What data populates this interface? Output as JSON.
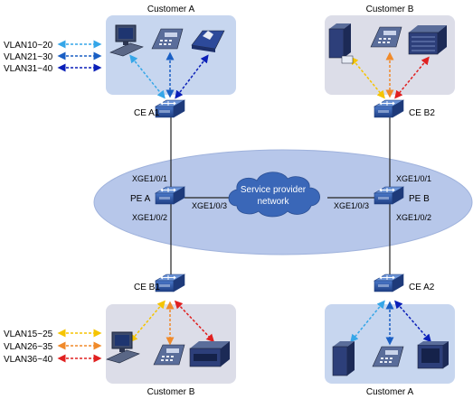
{
  "sites": {
    "top_left": {
      "title": "Customer A"
    },
    "top_right": {
      "title": "Customer B"
    },
    "bottom_left": {
      "title": "Customer B"
    },
    "bottom_right": {
      "title": "Customer A"
    }
  },
  "legend_top": [
    {
      "label": "VLAN10~20",
      "color": "#35a6e8"
    },
    {
      "label": "VLAN21~30",
      "color": "#1a5fc4"
    },
    {
      "label": "VLAN31~40",
      "color": "#0a1fb8"
    }
  ],
  "legend_bottom": [
    {
      "label": "VLAN15~25",
      "color": "#f5c400"
    },
    {
      "label": "VLAN26~35",
      "color": "#f08a2a"
    },
    {
      "label": "VLAN36~40",
      "color": "#e02020"
    }
  ],
  "devices": {
    "ce_a1": "CE A1",
    "ce_b2": "CE B2",
    "pe_a": "PE A",
    "pe_b": "PE B",
    "ce_b1": "CE B1",
    "ce_a2": "CE A2"
  },
  "ports": {
    "pe_a_up": "XGE1/0/1",
    "pe_a_down": "XGE1/0/2",
    "pe_a_right": "XGE1/0/3",
    "pe_b_up": "XGE1/0/1",
    "pe_b_down": "XGE1/0/2",
    "pe_b_left": "XGE1/0/3"
  },
  "cloud": {
    "line1": "Service provider",
    "line2": "network"
  },
  "colors": {
    "site_box": "#dcdde8",
    "site_box_blue": "#c7d6ef",
    "backbone": "#b7c7ea",
    "cloud": "#3a67b8",
    "switch": "#2f58a8"
  }
}
